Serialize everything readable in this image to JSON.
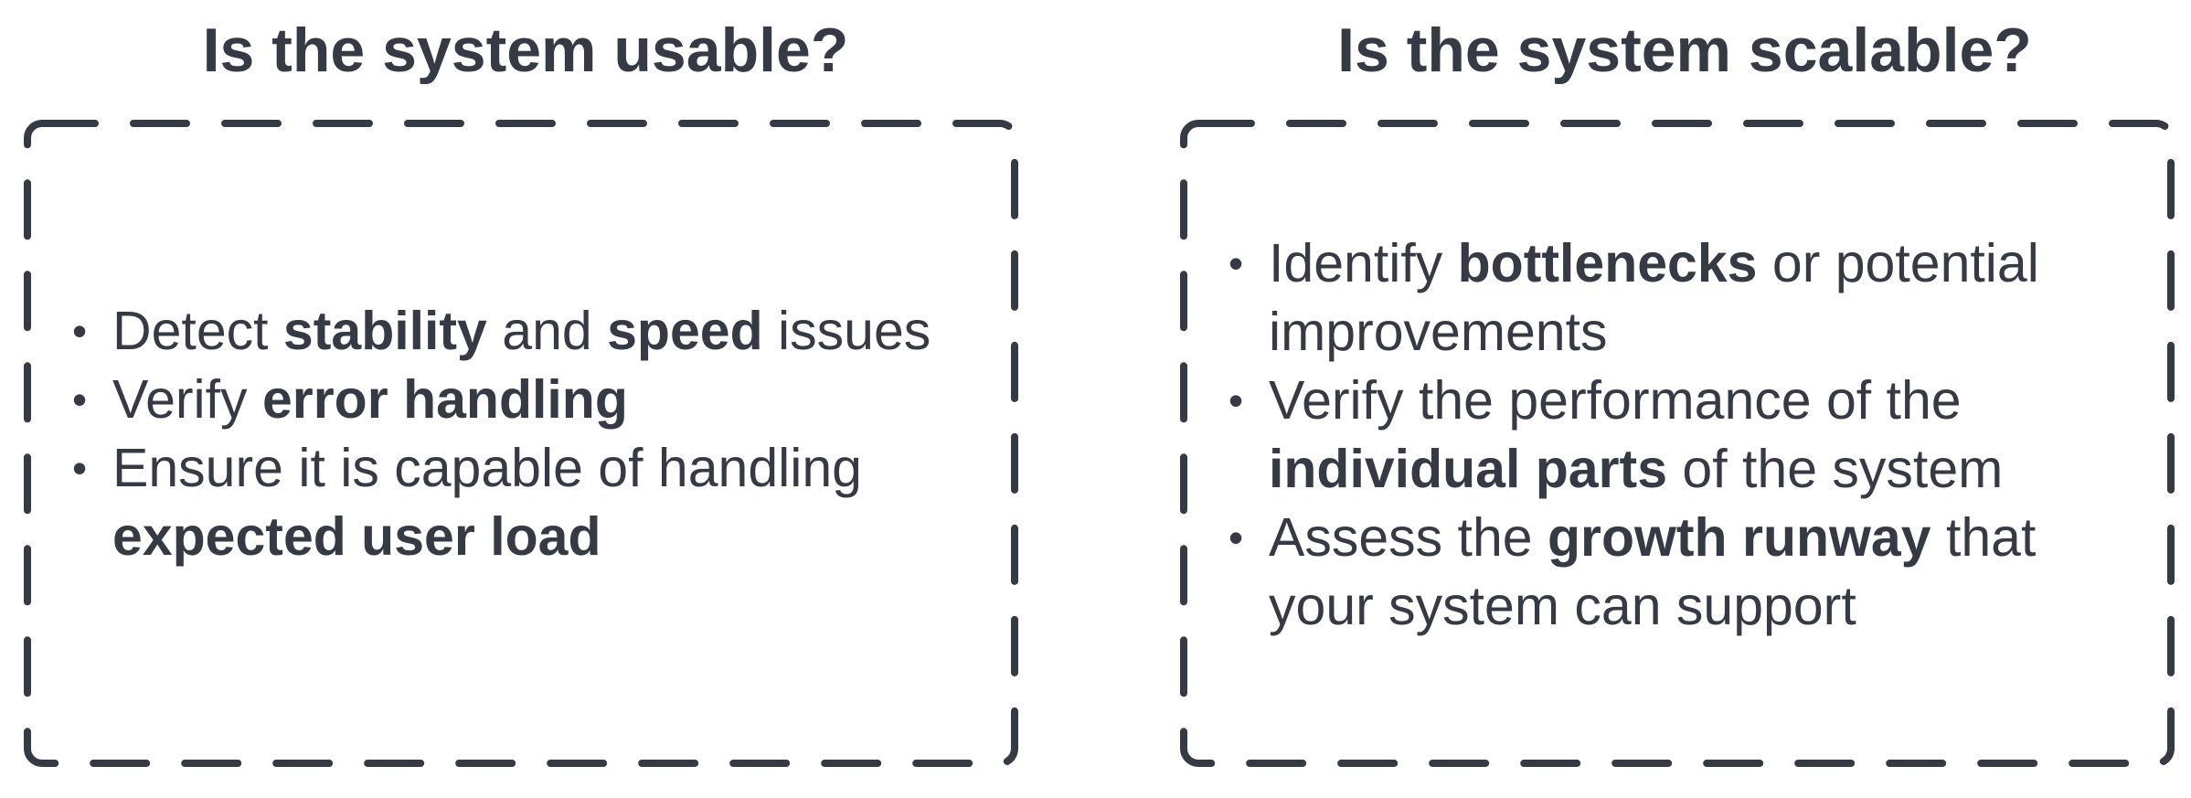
{
  "colors": {
    "text": "#363a44",
    "frame": "#363a44",
    "background": "#ffffff"
  },
  "panels": [
    {
      "title": "Is the system usable?",
      "bullets": [
        [
          {
            "text": "Detect ",
            "bold": false
          },
          {
            "text": "stability",
            "bold": true
          },
          {
            "text": " and ",
            "bold": false
          },
          {
            "text": "speed",
            "bold": true
          },
          {
            "text": " issues",
            "bold": false
          }
        ],
        [
          {
            "text": "Verify ",
            "bold": false
          },
          {
            "text": "error handling",
            "bold": true
          }
        ],
        [
          {
            "text": "Ensure it is capable of handling ",
            "bold": false
          },
          {
            "text": "expected user load",
            "bold": true
          }
        ]
      ]
    },
    {
      "title": "Is the system scalable?",
      "bullets": [
        [
          {
            "text": "Identify ",
            "bold": false
          },
          {
            "text": "bottlenecks",
            "bold": true
          },
          {
            "text": " or potential improvements",
            "bold": false
          }
        ],
        [
          {
            "text": "Verify the performance of the ",
            "bold": false
          },
          {
            "text": "individual parts",
            "bold": true
          },
          {
            "text": " of the system",
            "bold": false
          }
        ],
        [
          {
            "text": "Assess the ",
            "bold": false
          },
          {
            "text": "growth runway",
            "bold": true
          },
          {
            "text": " that your system can support",
            "bold": false
          }
        ]
      ]
    }
  ]
}
